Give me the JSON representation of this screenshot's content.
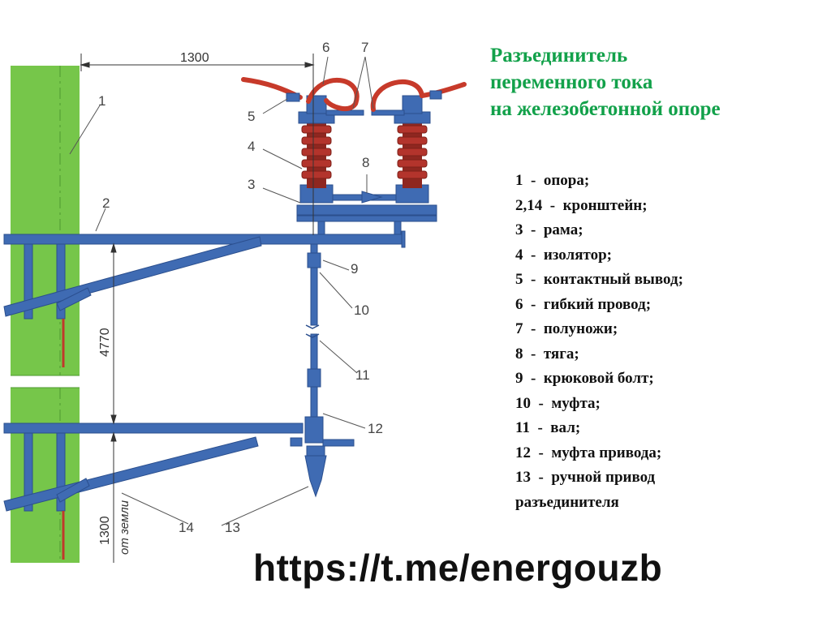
{
  "title": {
    "line1": "Разъединитель",
    "line2": "переменного тока",
    "line3": "на железобетонной опоре"
  },
  "legend": [
    {
      "num": "1",
      "text": "опора;"
    },
    {
      "num": "2,14",
      "text": "кронштейн;"
    },
    {
      "num": "3",
      "text": "рама;"
    },
    {
      "num": "4",
      "text": "изолятор;"
    },
    {
      "num": "5",
      "text": "контактный вывод;"
    },
    {
      "num": "6",
      "text": "гибкий провод;"
    },
    {
      "num": "7",
      "text": "полуножи;"
    },
    {
      "num": "8",
      "text": "тяга;"
    },
    {
      "num": "9",
      "text": "крюковой болт;"
    },
    {
      "num": "10",
      "text": "муфта;"
    },
    {
      "num": "11",
      "text": "вал;"
    },
    {
      "num": "12",
      "text": "муфта привода;"
    },
    {
      "num": "13",
      "text": "ручной привод"
    }
  ],
  "legend_continuation": "разъединителя",
  "url": "https://t.me/energouzb",
  "diagram": {
    "dim_top": "1300",
    "dim_vertical": "4770",
    "dim_bottom_value": "1300",
    "dim_bottom_note": "от земли",
    "callouts": [
      "1",
      "2",
      "3",
      "4",
      "5",
      "6",
      "7",
      "8",
      "9",
      "10",
      "11",
      "12",
      "13",
      "14"
    ]
  },
  "colors": {
    "pole": "#76c64a",
    "steel": "#3f6bb3",
    "insulator": "#b3342c",
    "wire": "#c73a2a",
    "title": "#12a14a"
  }
}
